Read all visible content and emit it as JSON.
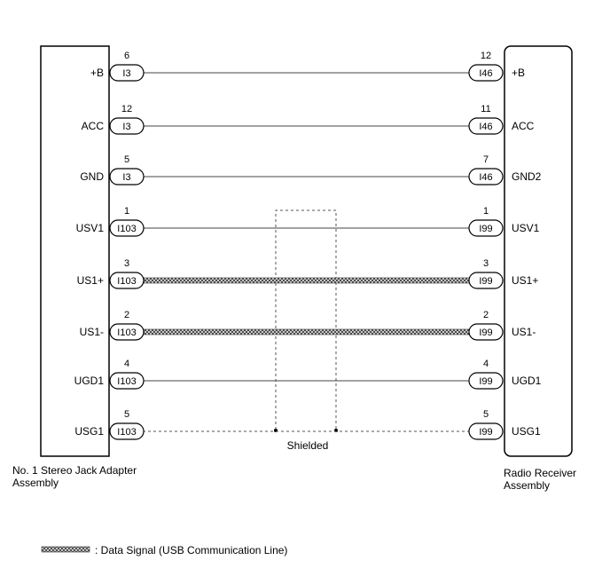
{
  "left_component": {
    "label_line1": "No. 1 Stereo Jack Adapter",
    "label_line2": "Assembly"
  },
  "right_component": {
    "label_line1": "Radio Receiver",
    "label_line2": "Assembly"
  },
  "wires": [
    {
      "left_signal": "+B",
      "left_pin": "6",
      "left_connector": "I3",
      "right_pin": "12",
      "right_connector": "I46",
      "right_signal": "+B",
      "style": "solid"
    },
    {
      "left_signal": "ACC",
      "left_pin": "12",
      "left_connector": "I3",
      "right_pin": "11",
      "right_connector": "I46",
      "right_signal": "ACC",
      "style": "solid"
    },
    {
      "left_signal": "GND",
      "left_pin": "5",
      "left_connector": "I3",
      "right_pin": "7",
      "right_connector": "I46",
      "right_signal": "GND2",
      "style": "solid"
    },
    {
      "left_signal": "USV1",
      "left_pin": "1",
      "left_connector": "I103",
      "right_pin": "1",
      "right_connector": "I99",
      "right_signal": "USV1",
      "style": "solid"
    },
    {
      "left_signal": "US1+",
      "left_pin": "3",
      "left_connector": "I103",
      "right_pin": "3",
      "right_connector": "I99",
      "right_signal": "US1+",
      "style": "data"
    },
    {
      "left_signal": "US1-",
      "left_pin": "2",
      "left_connector": "I103",
      "right_pin": "2",
      "right_connector": "I99",
      "right_signal": "US1-",
      "style": "data"
    },
    {
      "left_signal": "UGD1",
      "left_pin": "4",
      "left_connector": "I103",
      "right_pin": "4",
      "right_connector": "I99",
      "right_signal": "UGD1",
      "style": "solid"
    },
    {
      "left_signal": "USG1",
      "left_pin": "5",
      "left_connector": "I103",
      "right_pin": "5",
      "right_connector": "I99",
      "right_signal": "USG1",
      "style": "dashed"
    }
  ],
  "shield_label": "Shielded",
  "legend": {
    "text": ": Data Signal (USB Communication Line)"
  }
}
